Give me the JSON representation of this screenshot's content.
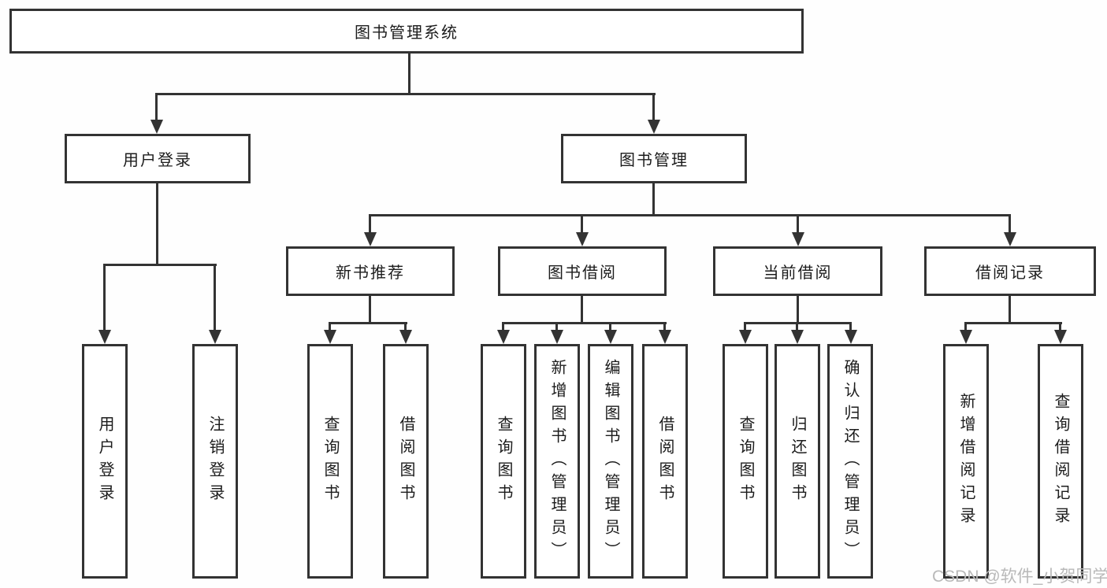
{
  "colors": {
    "line": "#333333",
    "text": "#1c1c1c",
    "box_background": "#ffffff",
    "watermark": "#b9b9b9"
  },
  "watermark": "CSDN @软件_小贺同学",
  "tree": {
    "root": "图书管理系统",
    "children": [
      {
        "label": "用户登录",
        "leaves": [
          "用户登录",
          "注销登录"
        ]
      },
      {
        "label": "图书管理",
        "children": [
          {
            "label": "新书推荐",
            "leaves": [
              "查询图书",
              "借阅图书"
            ]
          },
          {
            "label": "图书借阅",
            "leaves": [
              "查询图书",
              "新增图书（管理员）",
              "编辑图书（管理员）",
              "借阅图书"
            ]
          },
          {
            "label": "当前借阅",
            "leaves": [
              "查询图书",
              "归还图书",
              "确认归还（管理员）"
            ]
          },
          {
            "label": "借阅记录",
            "leaves": [
              "新增借阅记录",
              "查询借阅记录"
            ]
          }
        ]
      }
    ]
  }
}
